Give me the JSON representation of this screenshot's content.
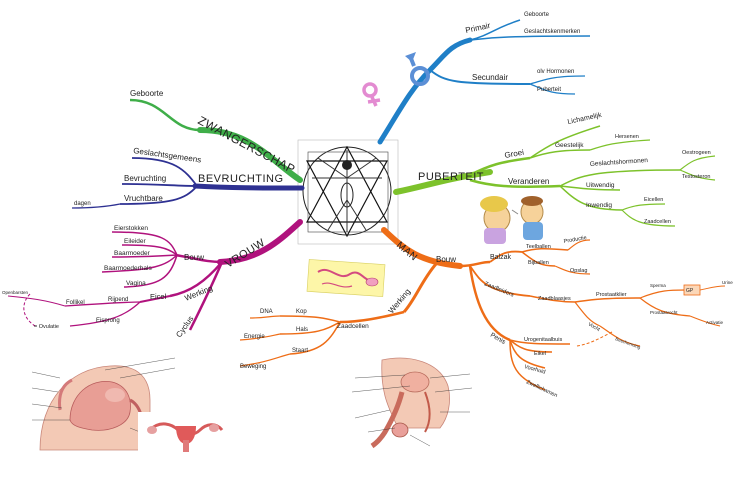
{
  "colors": {
    "green": "#3fae49",
    "blue": "#1f7fc7",
    "lime": "#7dc22b",
    "navy": "#2e3192",
    "magenta": "#b0127d",
    "orange": "#ee6d17",
    "center_bg": "#000000"
  },
  "branches": {
    "zwangerschap": {
      "title": "ZWANGERSCHAP",
      "geboorte": "Geboorte"
    },
    "bevruchting": {
      "title": "BEVRUCHTING",
      "geslachtsgemeenschap": "Geslachtsgemeens",
      "bevruchting": "Bevruchting",
      "vruchtbare": "Vruchtbare",
      "dagen": "dagen"
    },
    "geslacht": {
      "primair": "Primair",
      "geboorte": "Geboorte",
      "geslachtskenmerken": "Geslachtskenmerken",
      "secundair": "Secundair",
      "hormonen": "olv Hormonen",
      "puberteit": "Puberteit"
    },
    "puberteit": {
      "title": "PUBERTEIT",
      "groei": "Groei",
      "lichamelijk": "Lichamelijk",
      "geestelijk": "Geestelijk",
      "hersenen": "Hersenen",
      "veranderen": "Veranderen",
      "geslachtshormonen": "Geslachtshormonen",
      "oestrogeen": "Oestrogeen",
      "testosteron": "Testosteron",
      "uitwendig": "Uitwendig",
      "inwendig": "Inwendig",
      "eicellen": "Eicellen",
      "zaadcellen": "Zaadcellen"
    },
    "vrouw": {
      "title": "VROUW",
      "bouw": "Bouw",
      "eierstokken": "Eierstokken",
      "eileider": "Eileider",
      "baarmoeder": "Baarmoeder",
      "baarmoederhals": "Baarmoederhals",
      "vagina": "Vagina",
      "werking": "Werking",
      "eicel": "Eicel",
      "rijpend": "Rijpend",
      "follikel": "Follikel",
      "openbarsten": "Openbarsten",
      "eisprong": "Eisprong",
      "ovulatie": "= Ovulatie",
      "cyclus": "Cyclus"
    },
    "man": {
      "title": "MAN",
      "bouw": "Bouw",
      "balzak": "Balzak",
      "teelballen": "Teelballen",
      "productie": "Productie",
      "bijballen": "Bijballen",
      "opslag": "Opslag",
      "zaadleiders": "Zaadleiders",
      "zaadblaasjes": "Zaadblaasjes",
      "prostaatklier": "Prostaatklier",
      "sperma": "Sperma",
      "gp": "GP",
      "urine": "Urine",
      "prostaatvocht": "Prostaatvocht",
      "activatie": "Activatie",
      "vocht": "Vocht",
      "bescherming": "Bescherming",
      "penis": "Penis",
      "urogenitaalbuis": "Urogenitaalbuis",
      "eikel": "Eikel",
      "voorhuid": "Voorhuid",
      "zwellichamen": "Zwellichamen",
      "werking": "Werking",
      "zaadcellen": "Zaadcellen",
      "kop": "Kop",
      "dna": "DNA",
      "hals": "Hals",
      "energie": "Energie",
      "staart": "Staart",
      "beweging": "Beweging"
    }
  }
}
